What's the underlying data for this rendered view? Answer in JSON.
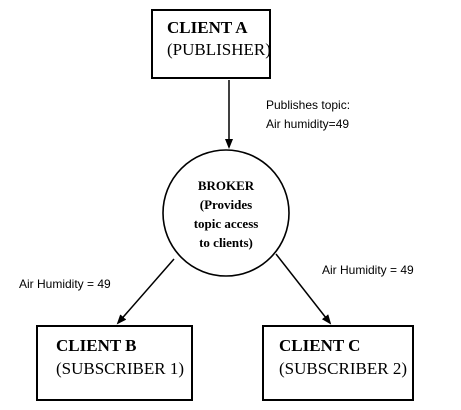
{
  "nodes": {
    "client_a": {
      "title": "CLIENT A",
      "subtitle": "(PUBLISHER)"
    },
    "broker": {
      "lines": [
        "BROKER",
        "(Provides",
        "topic access",
        "to clients)"
      ]
    },
    "client_b": {
      "title": "CLIENT B",
      "subtitle": "(SUBSCRIBER 1)"
    },
    "client_c": {
      "title": "CLIENT C",
      "subtitle": "(SUBSCRIBER 2)"
    }
  },
  "edges": {
    "publish": {
      "line1": "Publishes topic:",
      "line2": "Air humidity=49"
    },
    "to_b": {
      "label": "Air Humidity = 49"
    },
    "to_c": {
      "label": "Air Humidity = 49"
    }
  }
}
